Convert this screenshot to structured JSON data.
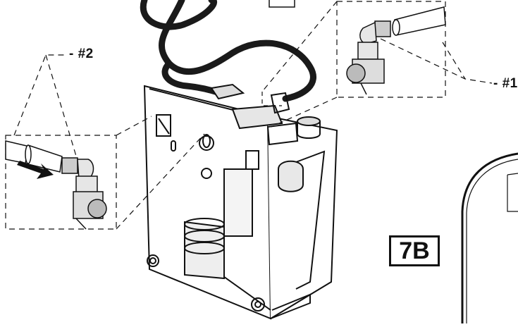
{
  "figure": {
    "callouts": {
      "left": "- #2",
      "right": "- #1"
    },
    "step_label": "7B"
  },
  "colors": {
    "line": "#111111",
    "background": "#ffffff",
    "hose": "#1a1a1a"
  }
}
